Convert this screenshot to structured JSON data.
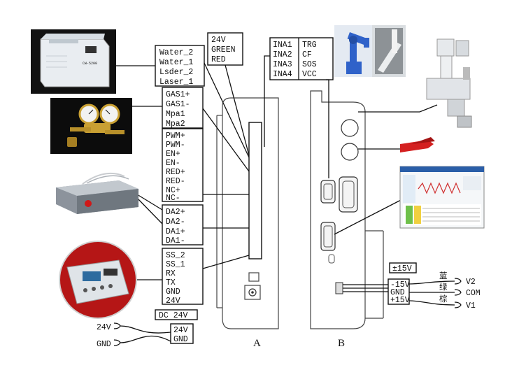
{
  "groups": {
    "water": [
      "Water_2",
      "Water_1",
      "Lsder_2",
      "Laser_1"
    ],
    "led": [
      "24V",
      "GREEN",
      "RED"
    ],
    "ina": [
      "INA1",
      "INA2",
      "INA3",
      "INA4"
    ],
    "trg": [
      "TRG",
      "CF",
      "SOS",
      "VCC"
    ],
    "gas": [
      "GAS1+",
      "GAS1-",
      "Mpa1",
      "Mpa2"
    ],
    "pwm": [
      "PWM+",
      "PWM-",
      "EN+",
      "EN-",
      "RED+",
      "RED-",
      "NC+",
      "NC-"
    ],
    "da": [
      "DA2+",
      "DA2-",
      "DA1+",
      "DA1-"
    ],
    "ss": [
      "SS_2",
      "SS_1",
      "RX",
      "TX",
      "GND",
      "24V"
    ],
    "dc": "DC 24V",
    "power": [
      "24V",
      "GND"
    ],
    "power_inputs": [
      "24V",
      "GND"
    ],
    "pm15": "±15V",
    "supply": [
      "-15V",
      "GND",
      "+15V"
    ],
    "chinese": [
      "蓝",
      "绿",
      "棕"
    ],
    "outputs": [
      "V2",
      "COM",
      "V1"
    ],
    "panel_a": "A",
    "panel_b": "B"
  },
  "device_photos": [
    "water-chiller",
    "gas-pressure-regulator",
    "fiber-laser-source",
    "wire-feeder-controller",
    "industrial-robot-arm",
    "welding-head",
    "alligator-clip",
    "monitoring-software-screen"
  ],
  "colors": {
    "robot": "#2f62c9",
    "clip": "#d42020",
    "laser_button": "#d01818",
    "feeder_red": "#c41a1a",
    "brass": "#c9a033"
  }
}
